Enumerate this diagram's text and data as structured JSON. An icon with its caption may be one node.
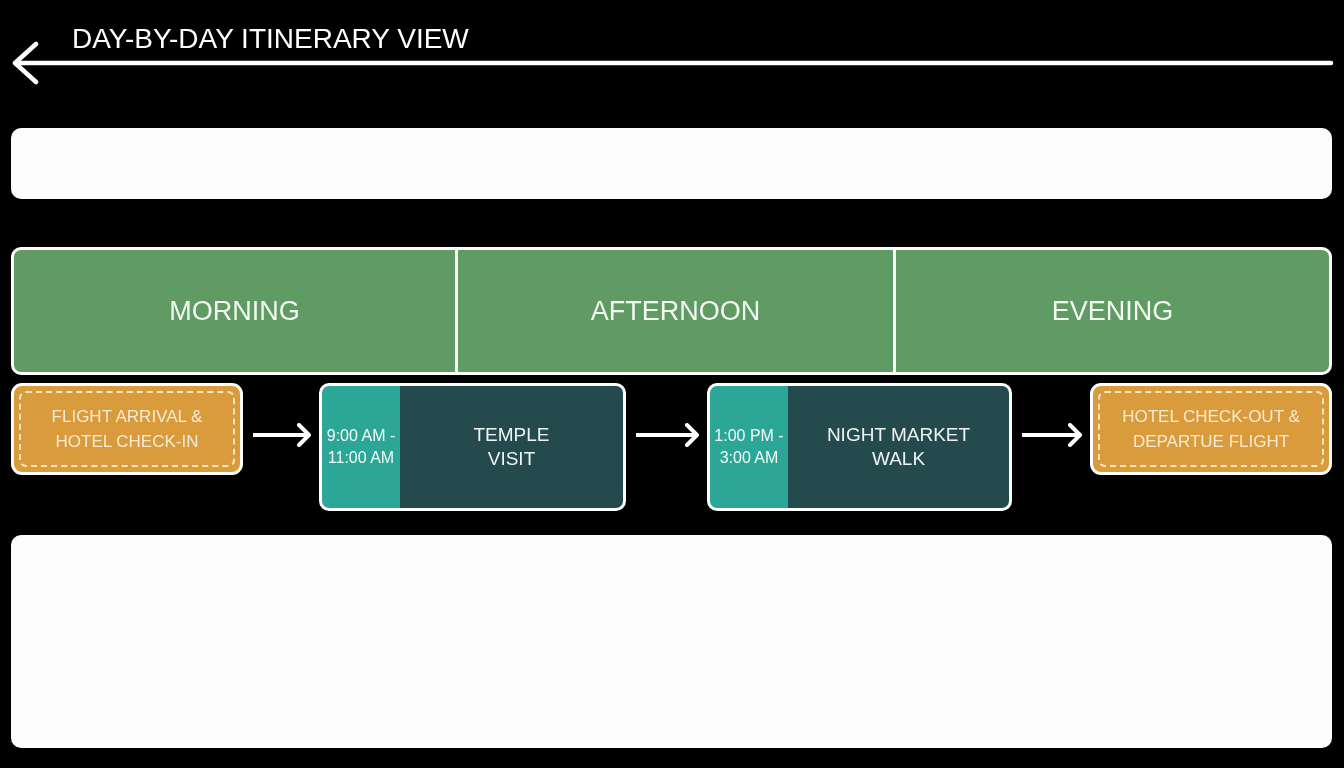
{
  "diagram": {
    "title": "DAY-BY-DAY ITINERARY VIEW",
    "nodes": [
      {
        "text": [],
        "shape": "box"
      },
      {
        "text": [],
        "shape": "box"
      },
      {
        "text": [
          "MORNING"
        ],
        "in": 1
      },
      {
        "text": [
          "AFTERNOON"
        ],
        "in": 1
      },
      {
        "text": [
          "EVENING"
        ],
        "in": 1
      },
      {
        "text": [
          "FLIGHT ARRIVAL & HOTEL CHECK-IN"
        ]
      },
      {
        "text": [
          "9:00 AM - 11:00 AM",
          "TEMPLE VISIT"
        ]
      },
      {
        "text": [
          "1:00 PM - 3:00 AM",
          "NIGHT MARKET WALK"
        ]
      },
      {
        "text": [
          "HOTEL CHECK-OUT & DEPARTUE FLIGHT"
        ]
      },
      {
        "text": [],
        "shape": "box"
      }
    ],
    "edges": [
      {
        "from": 5,
        "to": 6,
        "arrow": "to"
      },
      {
        "from": 6,
        "to": 7,
        "arrow": "to"
      },
      {
        "from": 7,
        "to": 8,
        "arrow": "to"
      }
    ]
  }
}
